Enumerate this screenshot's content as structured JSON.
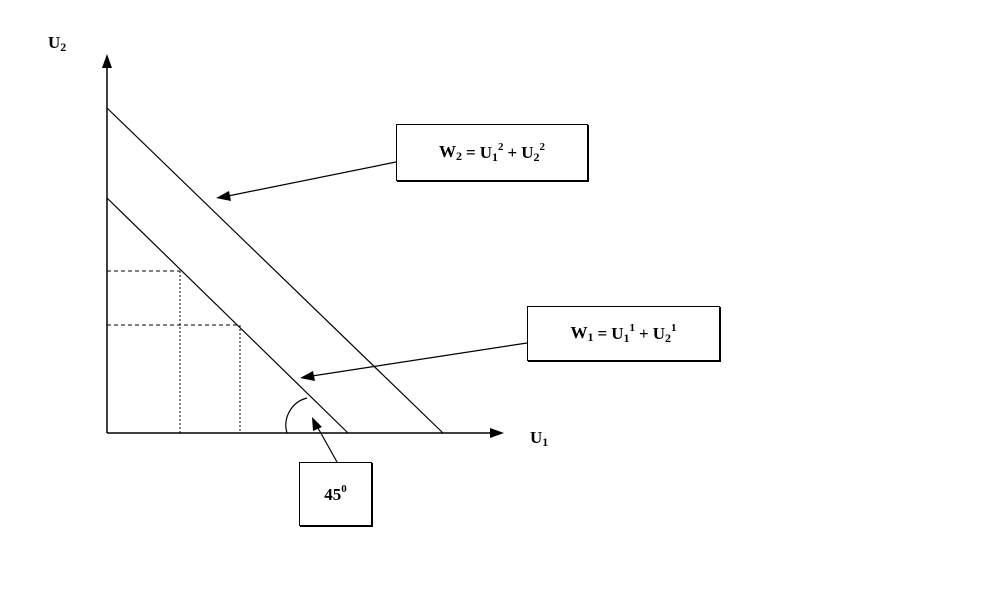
{
  "axes": {
    "y_label": {
      "base": "U",
      "sub": "2"
    },
    "x_label": {
      "base": "U",
      "sub": "1"
    }
  },
  "boxes": {
    "w2": {
      "lhs_base": "W",
      "lhs_sub": "2",
      "eq": "=",
      "t1_base": "U",
      "t1_sub": "1",
      "t1_sup": "2",
      "plus": "+",
      "t2_base": "U",
      "t2_sub": "2",
      "t2_sup": "2"
    },
    "w1": {
      "lhs_base": "W",
      "lhs_sub": "1",
      "eq": "=",
      "t1_base": "U",
      "t1_sub": "1",
      "t1_sup": "1",
      "plus": "+",
      "t2_base": "U",
      "t2_sub": "2",
      "t2_sup": "1"
    },
    "angle": {
      "value": "45",
      "sup": "0"
    }
  }
}
